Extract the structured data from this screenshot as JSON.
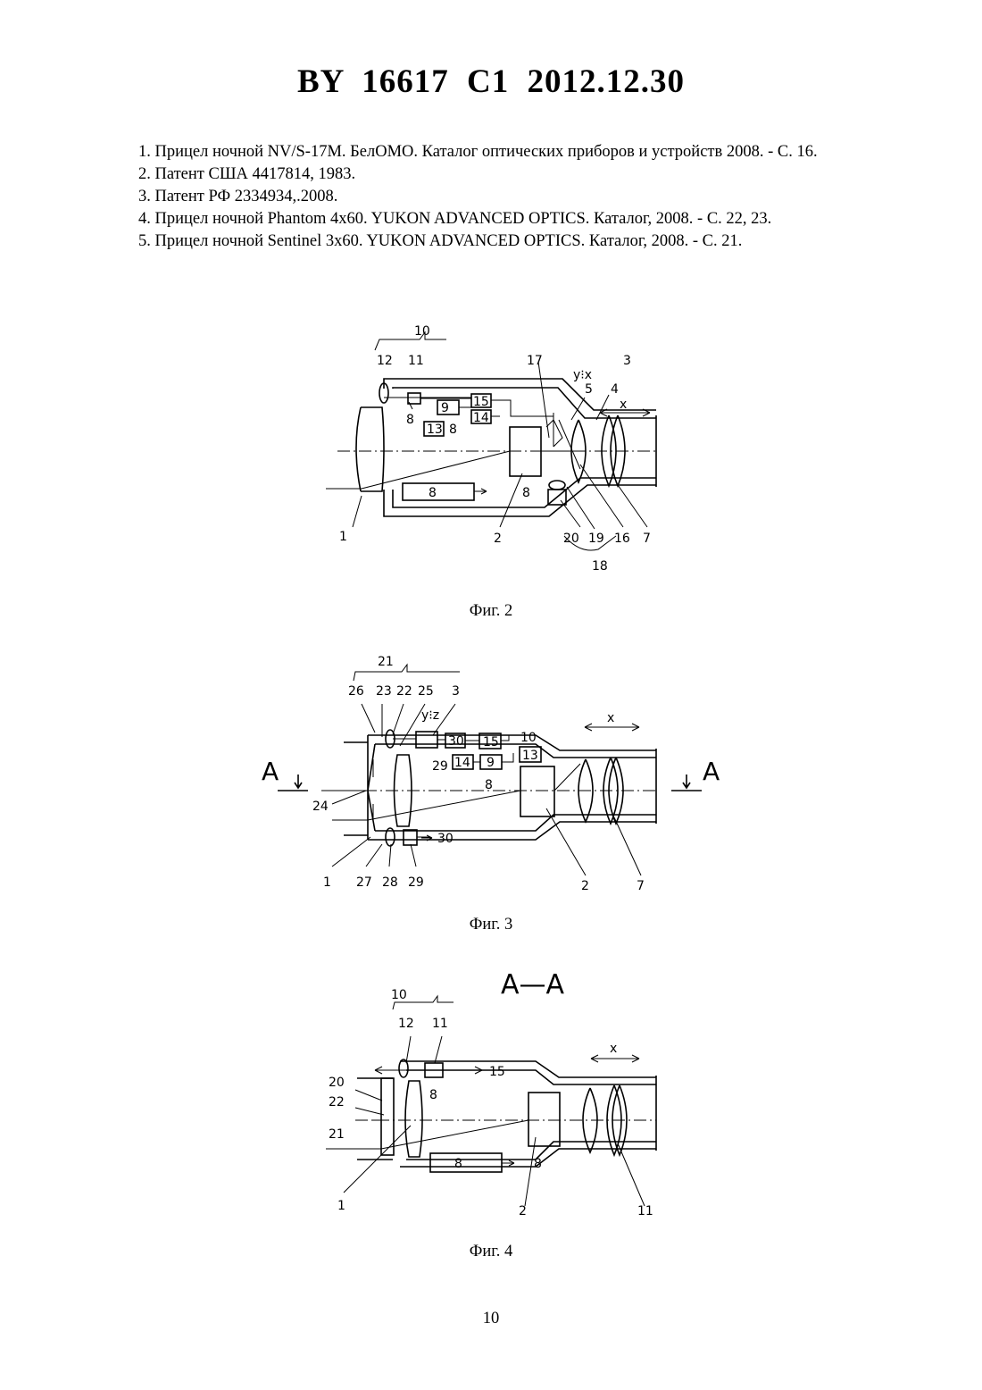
{
  "header": {
    "title": "BY  16617  C1  2012.12.30"
  },
  "references": [
    "1. Прицел ночной NV/S-17M. БелОМО. Каталог оптических приборов и устройств 2008. - С. 16.",
    "2. Патент США 4417814, 1983.",
    "3. Патент РФ 2334934,.2008.",
    "4. Прицел ночной Phantom 4x60. YUKON ADVANCED OPTICS. Каталог, 2008. - С. 22, 23.",
    "5. Прицел ночной Sentinel 3x60. YUKON ADVANCED OPTICS. Каталог, 2008. - С. 21."
  ],
  "figures": [
    {
      "caption": "Фиг. 2",
      "labels": {
        "n10": "10",
        "n12": "12",
        "n11": "11",
        "n17": "17",
        "yx": "y⁝x",
        "n3": "3",
        "n5": "5",
        "n4": "4",
        "x": "x",
        "n15": "15",
        "n9": "9",
        "n14": "14",
        "n13": "13",
        "n8a": "8",
        "n8b": "8",
        "n8c": "8",
        "n8box": "8",
        "n1": "1",
        "n2": "2",
        "n20": "20",
        "n19": "19",
        "n16": "16",
        "n7": "7",
        "n18": "18"
      }
    },
    {
      "caption": "Фиг. 3",
      "labels": {
        "n21": "21",
        "n26": "26",
        "n23": "23",
        "n22": "22",
        "n25": "25",
        "n3": "3",
        "yz": "y⁝z",
        "x": "x",
        "n30": "30",
        "n15": "15",
        "n10": "10",
        "n14": "14",
        "n9": "9",
        "n13": "13",
        "n29a": "29",
        "n8": "8",
        "aLeft": "A",
        "aRight": "A",
        "n24": "24",
        "n30b": "30",
        "n1": "1",
        "n27": "27",
        "n28": "28",
        "n29b": "29",
        "n2": "2",
        "n7": "7"
      }
    },
    {
      "caption": "Фиг. 4",
      "labels": {
        "aa": "A—A",
        "n10": "10",
        "n12": "12",
        "n11": "11",
        "n15": "15",
        "x": "x",
        "n8a": "8",
        "n20": "20",
        "n22": "22",
        "n21": "21",
        "n8box": "8",
        "n8b": "8",
        "n1": "1",
        "n2": "2",
        "n11b": "11"
      }
    }
  ],
  "page_number": "10"
}
